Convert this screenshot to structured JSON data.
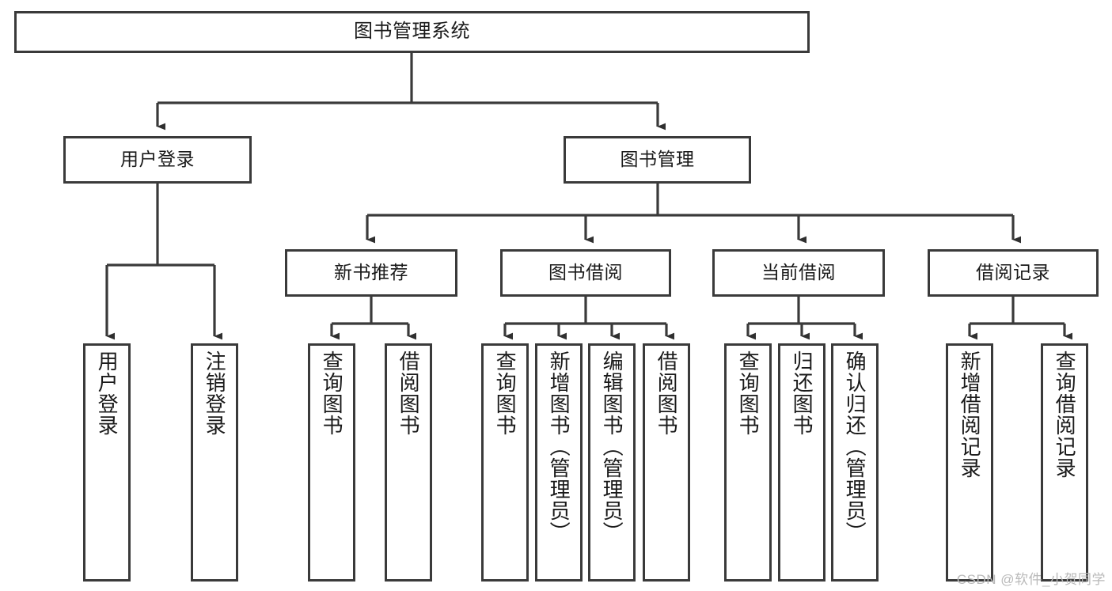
{
  "diagram": {
    "title": "图书管理系统",
    "type": "tree-hierarchy-chart",
    "line_color": "#3a3a3a",
    "box_fill": "#ffffff",
    "text_color": "#1a1a1a",
    "root": {
      "label": "图书管理系统"
    },
    "level2": [
      {
        "label": "用户登录"
      },
      {
        "label": "图书管理"
      }
    ],
    "level3": [
      {
        "label": "新书推荐"
      },
      {
        "label": "图书借阅"
      },
      {
        "label": "当前借阅"
      },
      {
        "label": "借阅记录"
      }
    ],
    "leaves": {
      "user_login": [
        {
          "label": "用户登录"
        },
        {
          "label": "注销登录"
        }
      ],
      "new_book_recommend": [
        {
          "label": "查询图书"
        },
        {
          "label": "借阅图书"
        }
      ],
      "book_borrow": [
        {
          "label": "查询图书"
        },
        {
          "label": "新增图书（管理员）"
        },
        {
          "label": "编辑图书（管理员）"
        },
        {
          "label": "借阅图书"
        }
      ],
      "current_borrow": [
        {
          "label": "查询图书"
        },
        {
          "label": "归还图书"
        },
        {
          "label": "确认归还（管理员）"
        }
      ],
      "borrow_record": [
        {
          "label": "新增借阅记录"
        },
        {
          "label": "查询借阅记录"
        }
      ]
    }
  },
  "watermark": {
    "text": "CSDN @软件_小贺同学"
  }
}
